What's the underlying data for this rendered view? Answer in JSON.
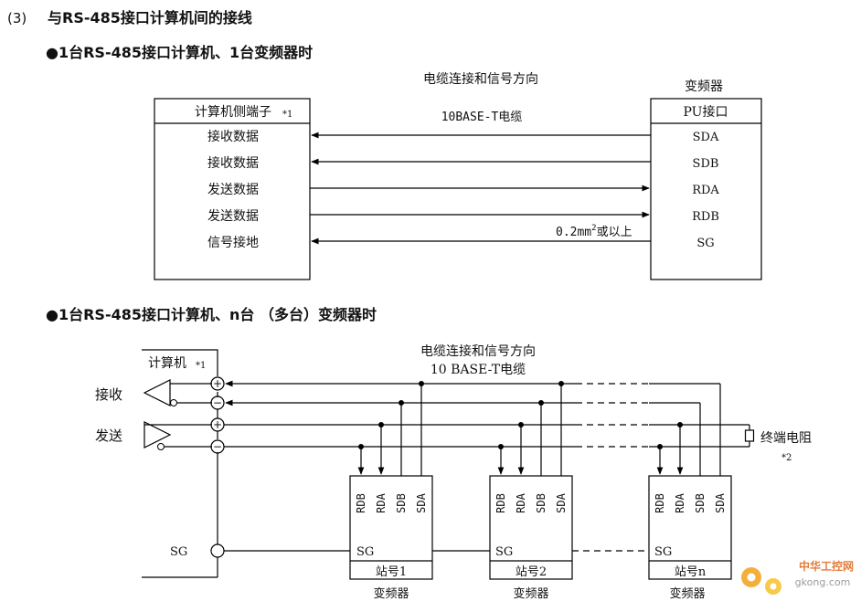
{
  "section": {
    "number": "(3)",
    "title": "与RS-485接口计算机间的接线"
  },
  "case1": {
    "heading": "●1台RS-485接口计算机、1台变频器时",
    "cable_direction": "电缆连接和信号方向",
    "cable_type": "10BASE-T电缆",
    "inverter_label": "变频器",
    "computer_box_title": "计算机侧端子",
    "note_ref_1": "*1",
    "computer_terminals": [
      "接收数据",
      "接收数据",
      "发送数据",
      "发送数据",
      "信号接地"
    ],
    "inverter_box_title": "PU接口",
    "inverter_terminals": [
      "SDA",
      "SDB",
      "RDA",
      "RDB",
      "SG"
    ],
    "wire_spec_main": "0.2mm",
    "wire_spec_sup": "2",
    "wire_spec_tail": "或以上"
  },
  "case2": {
    "heading": "●1台RS-485接口计算机、n台 （多台）变频器时",
    "cable_direction": "电缆连接和信号方向",
    "cable_type": "10 BASE-T电缆",
    "computer_label": "计算机",
    "note_ref_1": "*1",
    "receive_label": "接收",
    "send_label": "发送",
    "sg_label": "SG",
    "plus_sign": "+",
    "minus_sign": "−",
    "terminator_label": "终端电阻",
    "note_ref_2": "*2",
    "station_terminals": [
      "RDB",
      "RDA",
      "SDB",
      "SDA"
    ],
    "station_sg": "SG",
    "stations": [
      {
        "name": "站号1",
        "caption": "变频器"
      },
      {
        "name": "站号2",
        "caption": "变频器"
      },
      {
        "name": "站号n",
        "caption": "变频器"
      }
    ]
  },
  "watermark": {
    "brand": "中华工控网",
    "site": "gkong.com"
  }
}
